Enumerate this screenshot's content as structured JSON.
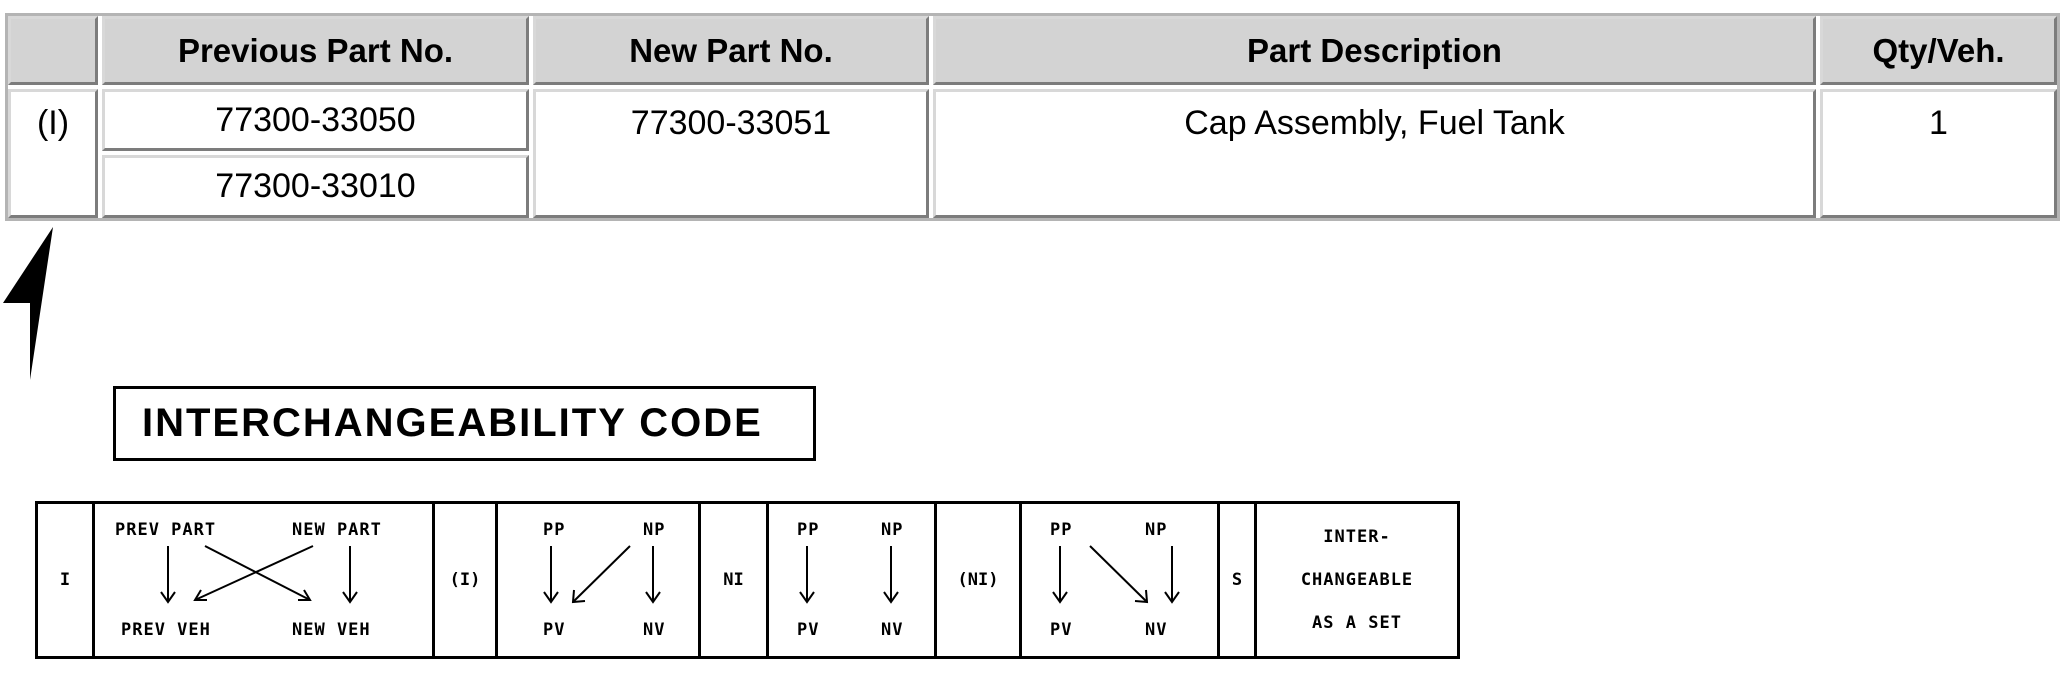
{
  "table": {
    "headers": {
      "code": "",
      "previous_part": "Previous Part No.",
      "new_part": "New Part No.",
      "description": "Part Description",
      "qty": "Qty/Veh."
    },
    "row": {
      "code": "(I)",
      "previous_parts": [
        "77300-33050",
        "77300-33010"
      ],
      "new_part": "77300-33051",
      "description": "Cap Assembly, Fuel Tank",
      "qty": "1"
    }
  },
  "code_label": "INTERCHANGEABILITY CODE",
  "legend": {
    "code_i": "I",
    "i_block": {
      "prev_part": "PREV PART",
      "new_part": "NEW PART",
      "prev_veh": "PREV VEH",
      "new_veh": "NEW VEH"
    },
    "code_paren_i": "(I)",
    "paren_i_block": {
      "pp": "PP",
      "np": "NP",
      "pv": "PV",
      "nv": "NV"
    },
    "code_ni": "NI",
    "ni_block": {
      "pp": "PP",
      "np": "NP",
      "pv": "PV",
      "nv": "NV"
    },
    "code_paren_ni": "(NI)",
    "paren_ni_block": {
      "pp": "PP",
      "np": "NP",
      "pv": "PV",
      "nv": "NV"
    },
    "code_s": "S",
    "s_block": {
      "line1": "INTER-",
      "line2": "CHANGEABLE",
      "line3": "AS A SET"
    }
  }
}
